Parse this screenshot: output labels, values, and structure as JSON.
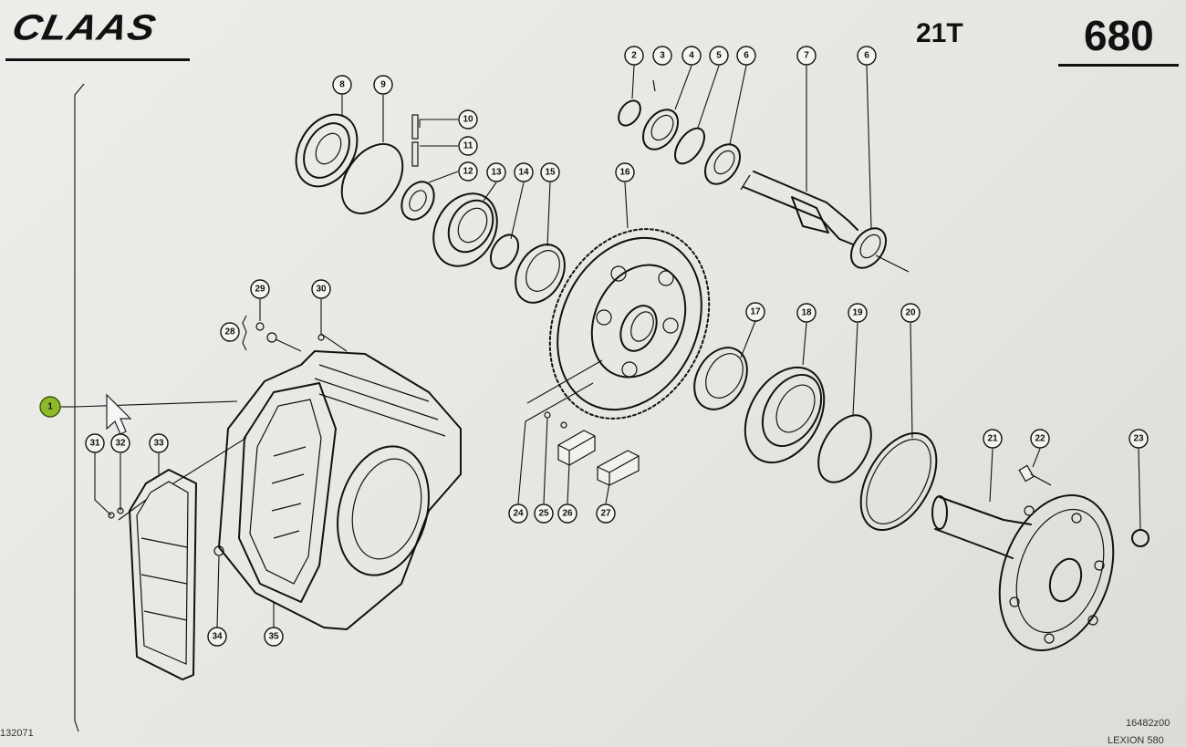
{
  "header": {
    "brand": "CLAAS",
    "group_code": "21T",
    "page_number": "680"
  },
  "footer": {
    "drawing_number": "132071",
    "reference_code": "16482z00",
    "model": "LEXION 580"
  },
  "colors": {
    "ink": "#111111",
    "paper": "#ececea",
    "selected_callout": "#8fb82a"
  },
  "selected_callout": "1",
  "callouts": [
    "1",
    "2",
    "3",
    "4",
    "5",
    "6",
    "6",
    "7",
    "8",
    "9",
    "10",
    "11",
    "12",
    "13",
    "14",
    "15",
    "16",
    "17",
    "18",
    "19",
    "20",
    "21",
    "22",
    "23",
    "24",
    "25",
    "26",
    "27",
    "28",
    "29",
    "30",
    "31",
    "32",
    "33",
    "34",
    "35"
  ],
  "cursor": "arrow-pointer-icon"
}
